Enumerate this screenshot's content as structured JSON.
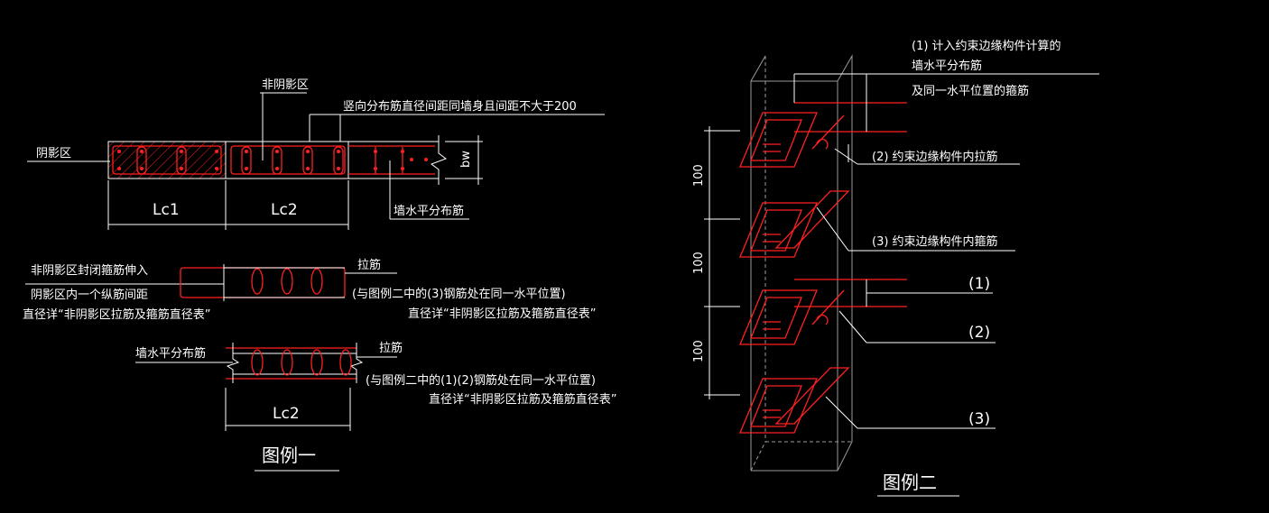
{
  "legend1": {
    "non_shadow_zone": "非阴影区",
    "shadow_zone": "阴影区",
    "vertical_note": "竖向分布筋直径间距同墙身且间距不大于200",
    "bw": "bw",
    "lc1": "Lc1",
    "lc2": "Lc2",
    "wall_horizontal_bar": "墙水平分布筋",
    "closed_stirrup_note_1": "非阴影区封闭箍筋伸入",
    "closed_stirrup_note_2": "阴影区内一个纵筋间距",
    "closed_stirrup_note_3": "直径详“非阴影区拉筋及箍筋直径表”",
    "tie_bar_1": "拉筋",
    "tie_note_1a": "(与图例二中的(3)钢筋处在同一水平位置)",
    "tie_note_1b": "直径详“非阴影区拉筋及箍筋直径表”",
    "wall_horizontal_bar_2": "墙水平分布筋",
    "tie_bar_2": "拉筋",
    "tie_note_2a": "(与图例二中的(1)(2)钢筋处在同一水平位置)",
    "tie_note_2b": "直径详“非阴影区拉筋及箍筋直径表”",
    "lc2_bottom": "Lc2",
    "caption": "图例一"
  },
  "legend2": {
    "note1a": "(1) 计入约束边缘构件计算的",
    "note1b": "墙水平分布筋",
    "note1c": "及同一水平位置的箍筋",
    "note2": "(2) 约束边缘构件内拉筋",
    "note3": "(3) 约束边缘构件内箍筋",
    "tag1": "(1)",
    "tag2": "(2)",
    "tag3": "(3)",
    "dim1": "100",
    "dim2": "100",
    "dim3": "100",
    "caption": "图例二"
  },
  "colors": {
    "background": "#000000",
    "line": "#ffffff",
    "rebar": "#ff2020",
    "frame": "#9a9a9a"
  }
}
